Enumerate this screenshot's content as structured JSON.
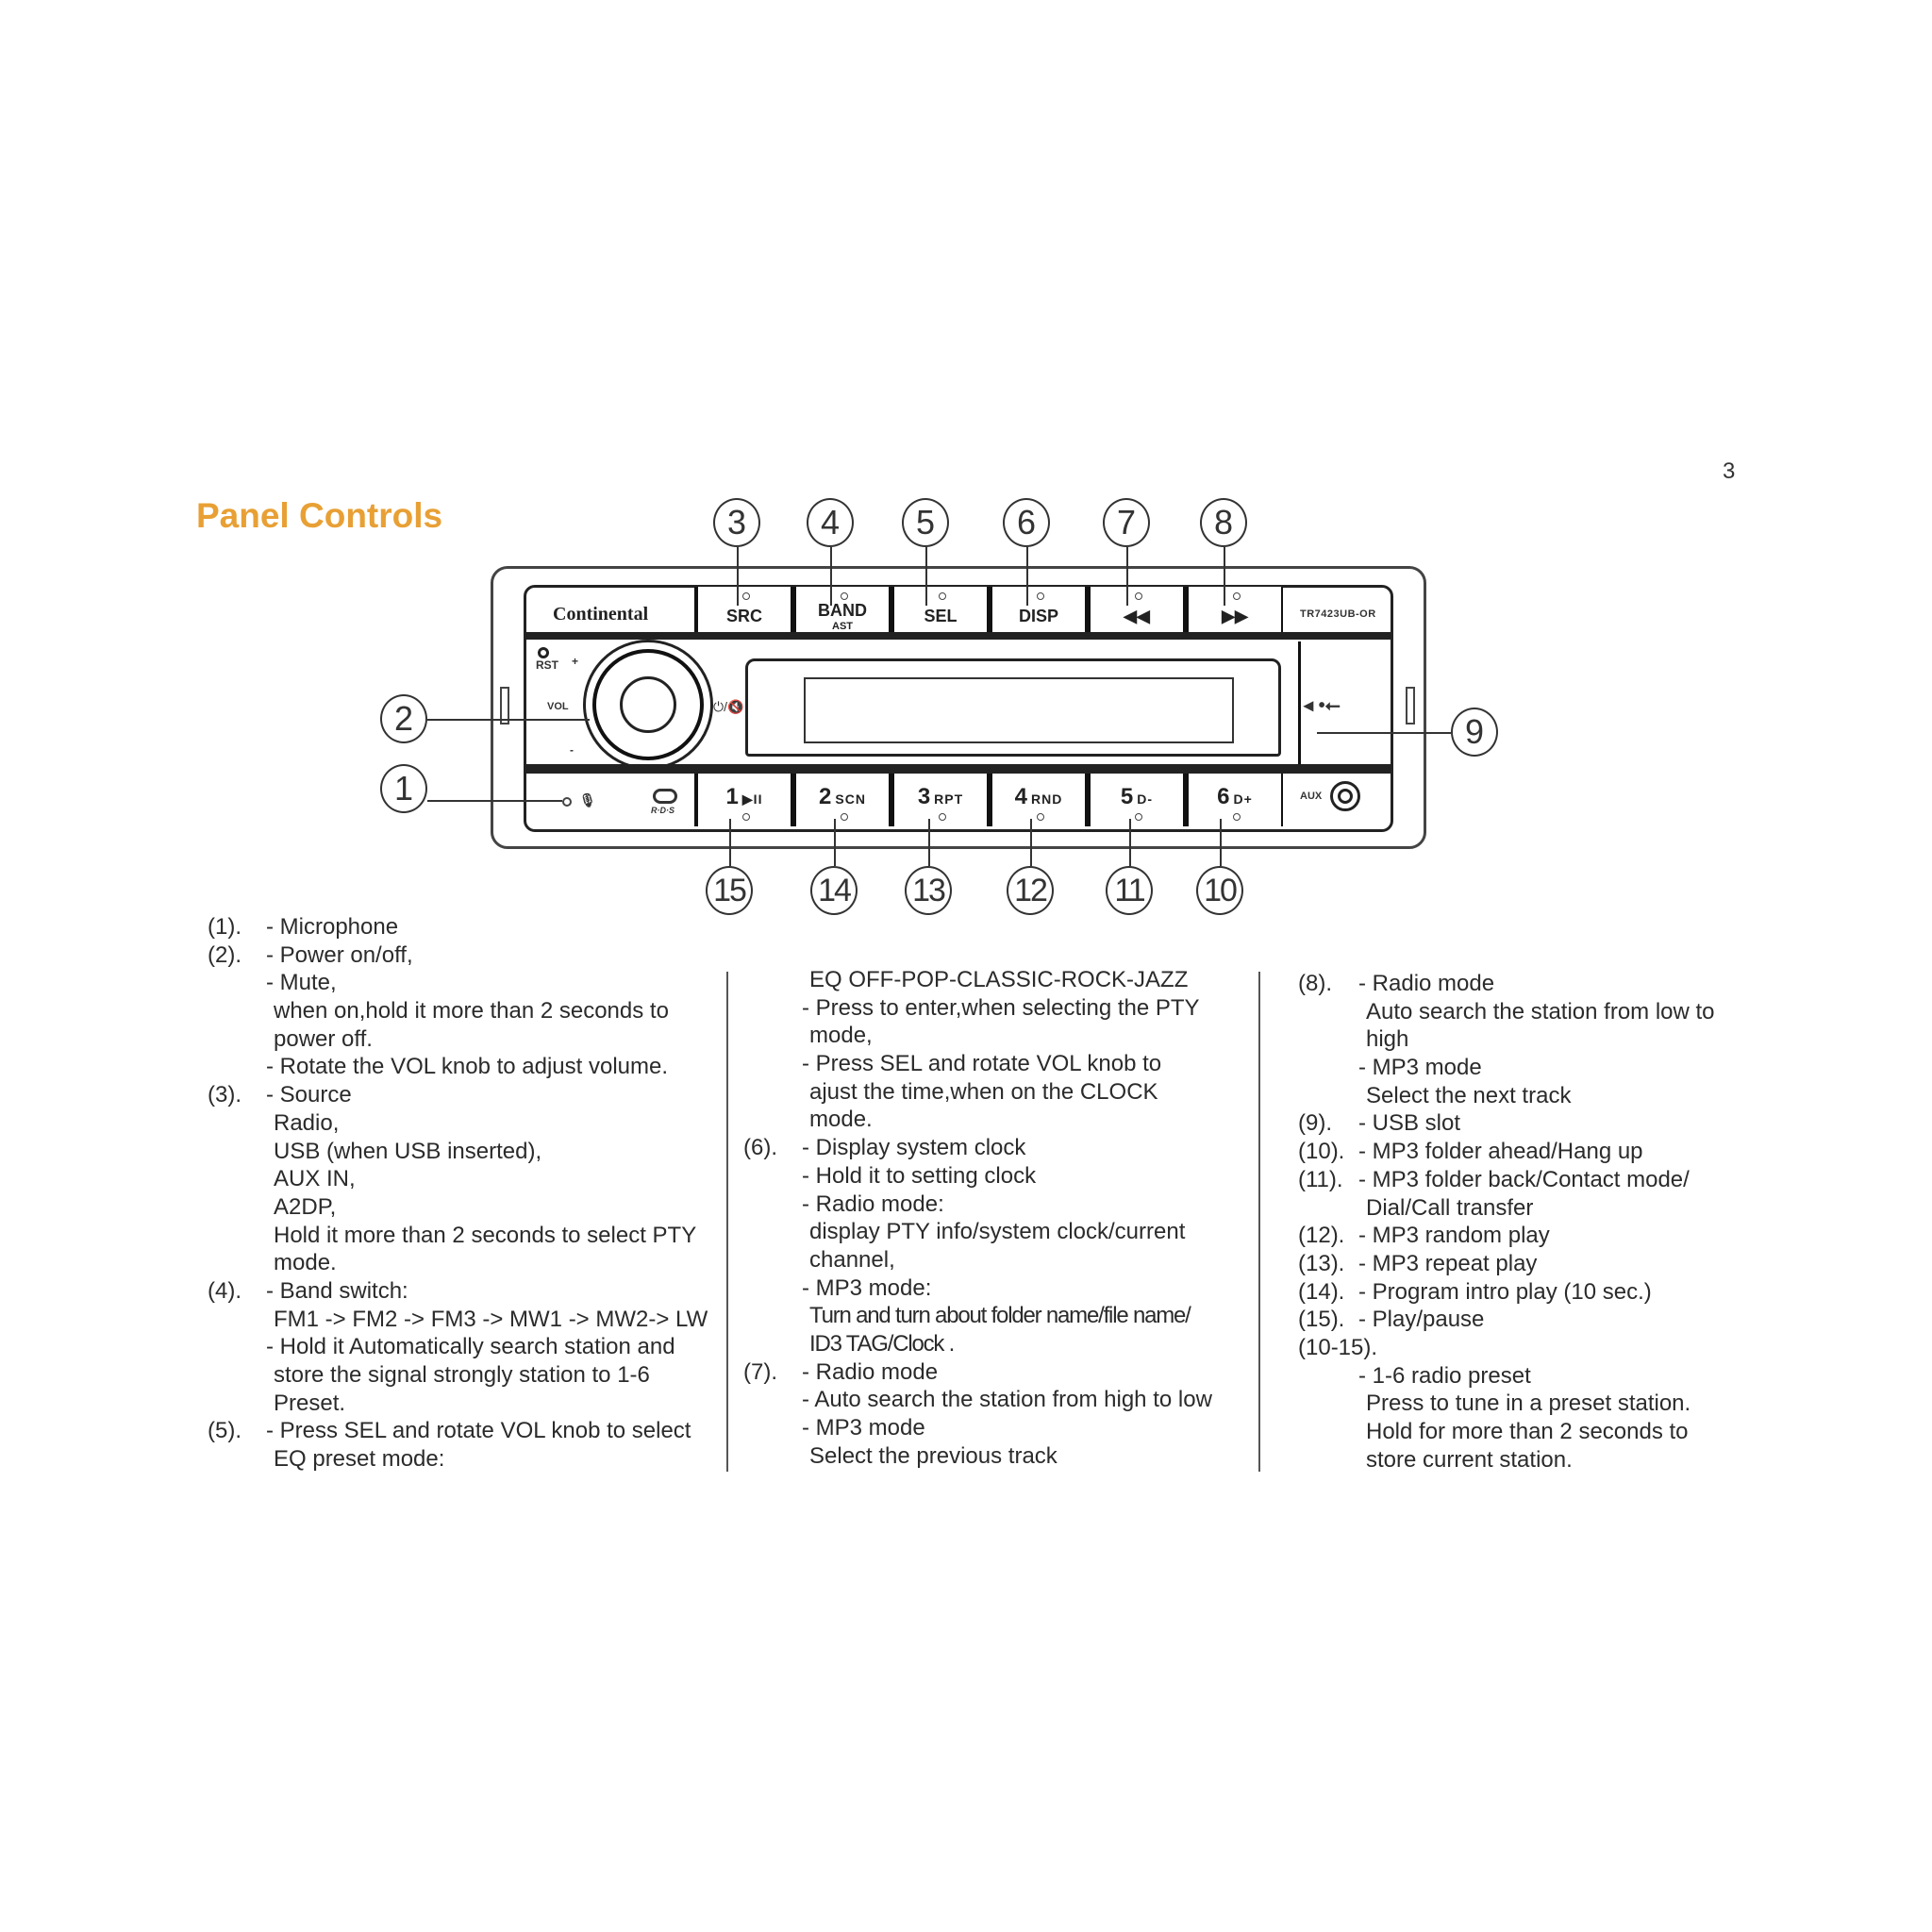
{
  "page": {
    "number": "3",
    "title": "Panel Controls",
    "title_color": "#e8a035"
  },
  "device": {
    "brand_logo": "Continental",
    "model": "TR7423UB-OR",
    "top_buttons": [
      {
        "id": 3,
        "label": "SRC",
        "sub": ""
      },
      {
        "id": 4,
        "label": "BAND",
        "sub": "AST"
      },
      {
        "id": 5,
        "label": "SEL",
        "sub": ""
      },
      {
        "id": 6,
        "label": "DISP",
        "sub": ""
      },
      {
        "id": 7,
        "label": "◀◀",
        "sub": "",
        "icon": "rewind-icon"
      },
      {
        "id": 8,
        "label": "▶▶",
        "sub": "",
        "icon": "fast-forward-icon"
      }
    ],
    "bottom_buttons": [
      {
        "id": 15,
        "num": "1",
        "label": "▶II",
        "icon": "play-pause-icon"
      },
      {
        "id": 14,
        "num": "2",
        "label": "SCN"
      },
      {
        "id": 13,
        "num": "3",
        "label": "RPT"
      },
      {
        "id": 12,
        "num": "4",
        "label": "RND"
      },
      {
        "id": 11,
        "num": "5",
        "label": "D-"
      },
      {
        "id": 10,
        "num": "6",
        "label": "D+"
      }
    ],
    "labels": {
      "rst": "RST",
      "vol": "VOL",
      "vol_plus": "+",
      "vol_minus": "-",
      "power_mute": "⏻/🔇",
      "rds": "R·D·S",
      "aux": "AUX",
      "usb_icon": "◂ •⭠",
      "mic_icon": "🎙"
    }
  },
  "callouts": [
    "1",
    "2",
    "3",
    "4",
    "5",
    "6",
    "7",
    "8",
    "9",
    "10",
    "11",
    "12",
    "13",
    "14",
    "15"
  ],
  "descriptions": {
    "col1": [
      {
        "idx": "(1).",
        "text": "- Microphone",
        "indent": 0
      },
      {
        "idx": "(2).",
        "text": "- Power on/off,",
        "indent": 0
      },
      {
        "idx": "",
        "text": "- Mute,",
        "indent": 0
      },
      {
        "idx": "",
        "text": "when on,hold it more than 2 seconds to",
        "indent": 1
      },
      {
        "idx": "",
        "text": "power off.",
        "indent": 1
      },
      {
        "idx": "",
        "text": "- Rotate the VOL knob to adjust volume.",
        "indent": 0
      },
      {
        "idx": "(3).",
        "text": "- Source",
        "indent": 0
      },
      {
        "idx": "",
        "text": "Radio,",
        "indent": 1
      },
      {
        "idx": "",
        "text": "USB (when USB inserted),",
        "indent": 1
      },
      {
        "idx": "",
        "text": "AUX IN,",
        "indent": 1
      },
      {
        "idx": "",
        "text": "A2DP,",
        "indent": 1
      },
      {
        "idx": "",
        "text": "Hold it more than 2 seconds to select PTY",
        "indent": 1
      },
      {
        "idx": "",
        "text": "mode.",
        "indent": 1
      },
      {
        "idx": "(4).",
        "text": "- Band switch:",
        "indent": 0
      },
      {
        "idx": "",
        "text": "FM1 -> FM2 -> FM3 -> MW1 -> MW2-> LW",
        "indent": 1
      },
      {
        "idx": "",
        "text": "- Hold it  Automatically search station and",
        "indent": 0
      },
      {
        "idx": "",
        "text": "store the signal strongly station to 1-6",
        "indent": 1
      },
      {
        "idx": "",
        "text": "Preset.",
        "indent": 1
      },
      {
        "idx": "(5).",
        "text": "- Press SEL and rotate VOL knob to select",
        "indent": 0
      },
      {
        "idx": "",
        "text": "EQ preset mode:",
        "indent": 1
      }
    ],
    "col2": [
      {
        "idx": "",
        "text": "EQ OFF-POP-CLASSIC-ROCK-JAZZ",
        "indent": 1
      },
      {
        "idx": "",
        "text": "- Press to enter,when selecting the PTY",
        "indent": 0
      },
      {
        "idx": "",
        "text": "mode,",
        "indent": 1
      },
      {
        "idx": "",
        "text": "- Press SEL and rotate VOL knob to",
        "indent": 0
      },
      {
        "idx": "",
        "text": "ajust the time,when on the CLOCK",
        "indent": 1
      },
      {
        "idx": "",
        "text": "mode.",
        "indent": 1
      },
      {
        "idx": "(6).",
        "text": "- Display system clock",
        "indent": 0
      },
      {
        "idx": "",
        "text": "- Hold it to setting clock",
        "indent": 0
      },
      {
        "idx": "",
        "text": "- Radio mode:",
        "indent": 0
      },
      {
        "idx": "",
        "text": "display PTY info/system clock/current",
        "indent": 1
      },
      {
        "idx": "",
        "text": "channel,",
        "indent": 1
      },
      {
        "idx": "",
        "text": "- MP3 mode:",
        "indent": 0
      },
      {
        "idx": "",
        "text": "Turn and turn about folder name/file name/",
        "indent": 1,
        "condensed": true
      },
      {
        "idx": "",
        "text": "ID3 TAG/Clock .",
        "indent": 1,
        "condensed": true
      },
      {
        "idx": "(7).",
        "text": "- Radio mode",
        "indent": 0
      },
      {
        "idx": "",
        "text": "- Auto search the station from high to low",
        "indent": 0
      },
      {
        "idx": "",
        "text": "- MP3 mode",
        "indent": 0
      },
      {
        "idx": "",
        "text": "Select the previous track",
        "indent": 1
      }
    ],
    "col3": [
      {
        "idx": "(8).",
        "text": "- Radio mode",
        "indent": 0
      },
      {
        "idx": "",
        "text": "Auto search the station from low to",
        "indent": 1
      },
      {
        "idx": "",
        "text": "high",
        "indent": 1
      },
      {
        "idx": "",
        "text": "- MP3 mode",
        "indent": 0
      },
      {
        "idx": "",
        "text": "Select the next track",
        "indent": 1
      },
      {
        "idx": "(9).",
        "text": "- USB slot",
        "indent": 0
      },
      {
        "idx": "(10).",
        "text": "- MP3 folder ahead/Hang up",
        "indent": 0
      },
      {
        "idx": "(11).",
        "text": "- MP3 folder back/Contact mode/",
        "indent": 0
      },
      {
        "idx": "",
        "text": "Dial/Call transfer",
        "indent": 1
      },
      {
        "idx": "(12).",
        "text": "- MP3 random play",
        "indent": 0
      },
      {
        "idx": "(13).",
        "text": "- MP3 repeat play",
        "indent": 0
      },
      {
        "idx": "(14).",
        "text": "- Program intro play (10 sec.)",
        "indent": 0
      },
      {
        "idx": "(15).",
        "text": "- Play/pause",
        "indent": 0
      },
      {
        "idx": "(10-15).",
        "text": "",
        "indent": 0
      },
      {
        "idx": "",
        "text": "- 1-6 radio preset",
        "indent": 0
      },
      {
        "idx": "",
        "text": "Press to tune in a preset station.",
        "indent": 1
      },
      {
        "idx": "",
        "text": "Hold for more than 2 seconds to",
        "indent": 1
      },
      {
        "idx": "",
        "text": "store current station.",
        "indent": 1
      }
    ]
  }
}
